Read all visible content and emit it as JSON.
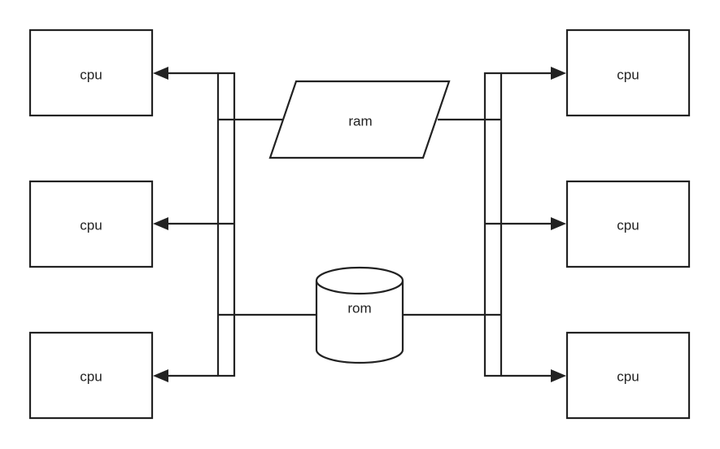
{
  "nodes": {
    "cpu_left_top": "cpu",
    "cpu_left_middle": "cpu",
    "cpu_left_bottom": "cpu",
    "cpu_right_top": "cpu",
    "cpu_right_middle": "cpu",
    "cpu_right_bottom": "cpu",
    "ram": "ram",
    "rom": "rom"
  },
  "colors": {
    "stroke": "#222222",
    "background": "#ffffff"
  }
}
